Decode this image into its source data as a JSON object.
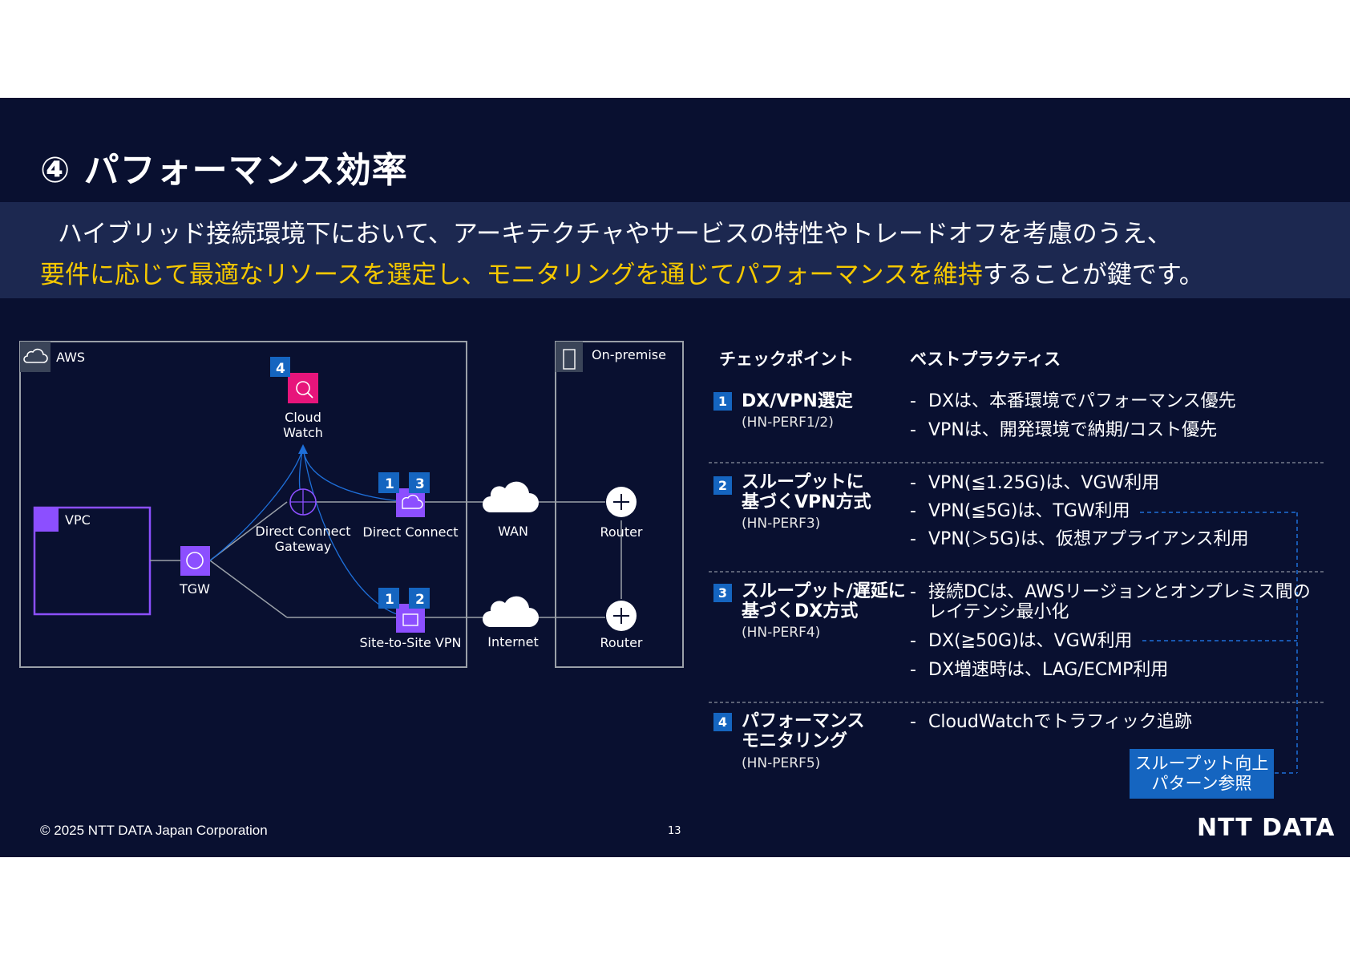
{
  "title": "④ パフォーマンス効率",
  "intro": {
    "line1": "ハイブリッド接続環境下において、アーキテクチャやサービスの特性やトレードオフを考慮のうえ、",
    "line2_highlight": "要件に応じて最適なリソースを選定し、モニタリングを通じてパフォーマンスを維持",
    "line2_rest": "することが鍵です。"
  },
  "diagram": {
    "aws_label": "AWS",
    "onprem_label": "On-premise",
    "vpc_label": "VPC",
    "tgw_label": "TGW",
    "cloudwatch_label_1": "Cloud",
    "cloudwatch_label_2": "Watch",
    "dcgw_label_1": "Direct Connect",
    "dcgw_label_2": "Gateway",
    "dc_label": "Direct Connect",
    "s2s_label": "Site-to-Site VPN",
    "wan_label": "WAN",
    "internet_label": "Internet",
    "router_top_label": "Router",
    "router_bottom_label": "Router",
    "badges": {
      "cloudwatch": "4",
      "dc_a": "1",
      "dc_b": "3",
      "vpn_a": "1",
      "vpn_b": "2"
    }
  },
  "table": {
    "col_checkpoint": "チェックポイント",
    "col_best_practice": "ベストプラクティス",
    "rows": [
      {
        "num": "1",
        "checkpoint_lines": [
          "DX/VPN選定"
        ],
        "code": "(HN-PERF1/2)",
        "practices": [
          "DXは、本番環境でパフォーマンス優先",
          "VPNは、開発環境で納期/コスト優先"
        ]
      },
      {
        "num": "2",
        "checkpoint_lines": [
          "スループットに",
          "基づくVPN方式"
        ],
        "code": "(HN-PERF3)",
        "practices": [
          "VPN(≦1.25G)は、VGW利用",
          "VPN(≦5G)は、TGW利用",
          "VPN(＞5G)は、仮想アプライアンス利用"
        ]
      },
      {
        "num": "3",
        "checkpoint_lines": [
          "スループット/遅延に",
          "基づくDX方式"
        ],
        "code": "(HN-PERF4)",
        "practices": [
          "接続DCは、AWSリージョンとオンプレミス間の",
          "レイテンシ最小化",
          "DX(≧50G)は、VGW利用",
          "DX増速時は、LAG/ECMP利用"
        ]
      },
      {
        "num": "4",
        "checkpoint_lines": [
          "パフォーマンス",
          "モニタリング"
        ],
        "code": "(HN-PERF5)",
        "practices": [
          "CloudWatchでトラフィック追跡"
        ]
      }
    ]
  },
  "reference_note": [
    "スループット向上",
    "パターン参照"
  ],
  "footer": {
    "copyright": "© 2025 NTT DATA Japan Corporation",
    "page": "13",
    "logo": "NTT DATA"
  },
  "colors": {
    "background": "#091030",
    "band": "#1c2850",
    "highlight": "#f5c800",
    "badge": "#1565c0",
    "service_purple": "#8c4fff",
    "cloudwatch_pink": "#e7157b"
  }
}
